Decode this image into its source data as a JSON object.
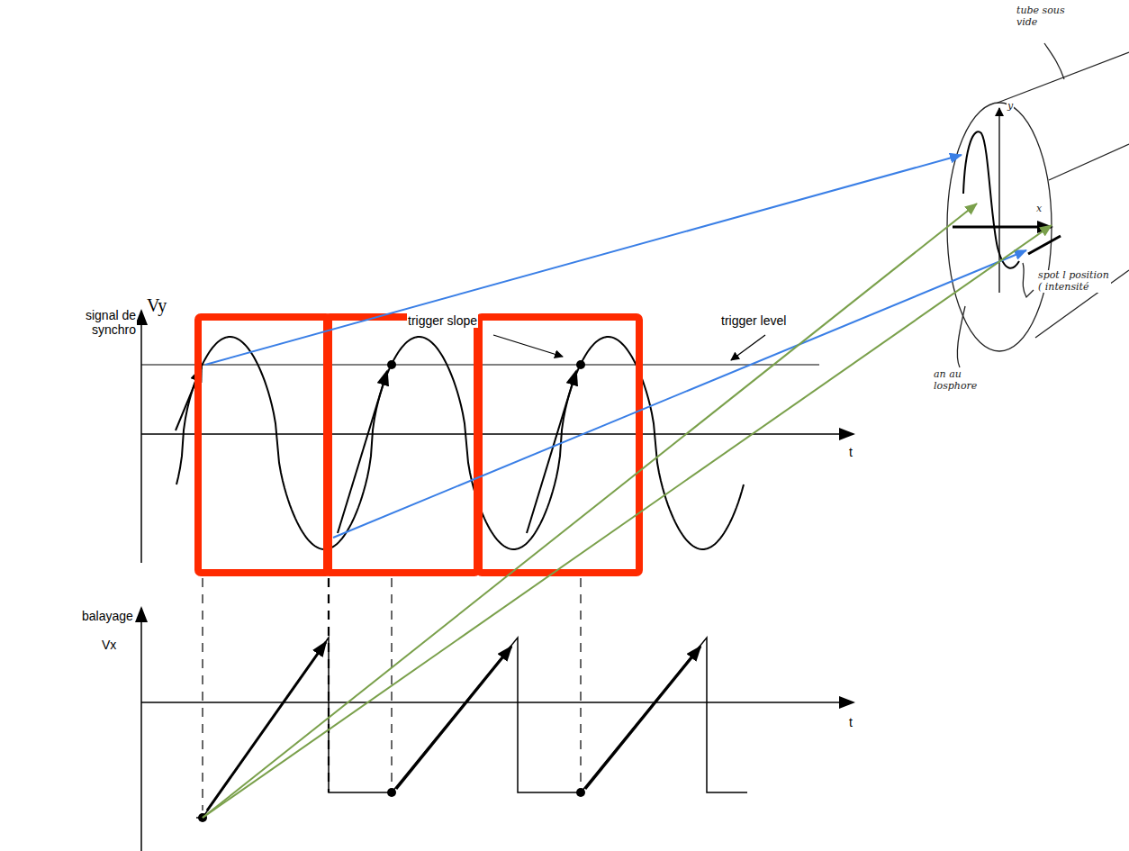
{
  "diagram": {
    "labels": [
      "tube sous vide",
      "y",
      "x",
      "Vy",
      "signal de synchro",
      "trigger slope",
      "trigger level",
      "t",
      "spot l position ( intensité",
      "an au losphore",
      "balayage",
      "Vx",
      "t"
    ]
  }
}
